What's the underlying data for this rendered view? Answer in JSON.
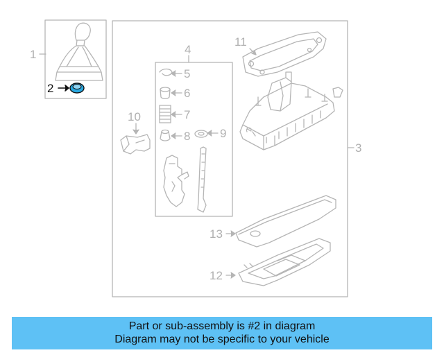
{
  "diagram": {
    "callouts": {
      "c1": "1",
      "c2": "2",
      "c3": "3",
      "c4": "4",
      "c5": "5",
      "c6": "6",
      "c7": "7",
      "c8": "8",
      "c9": "9",
      "c10": "10",
      "c11": "11",
      "c12": "12",
      "c13": "13"
    },
    "highlighted_part": "2",
    "colors": {
      "line": "#b5b5b5",
      "highlight": "#29a8e0",
      "banner": "#5ec1f5"
    }
  },
  "banner": {
    "line1": "Part or sub-assembly is #2 in diagram",
    "line2": "Diagram may not be specific to your vehicle"
  }
}
